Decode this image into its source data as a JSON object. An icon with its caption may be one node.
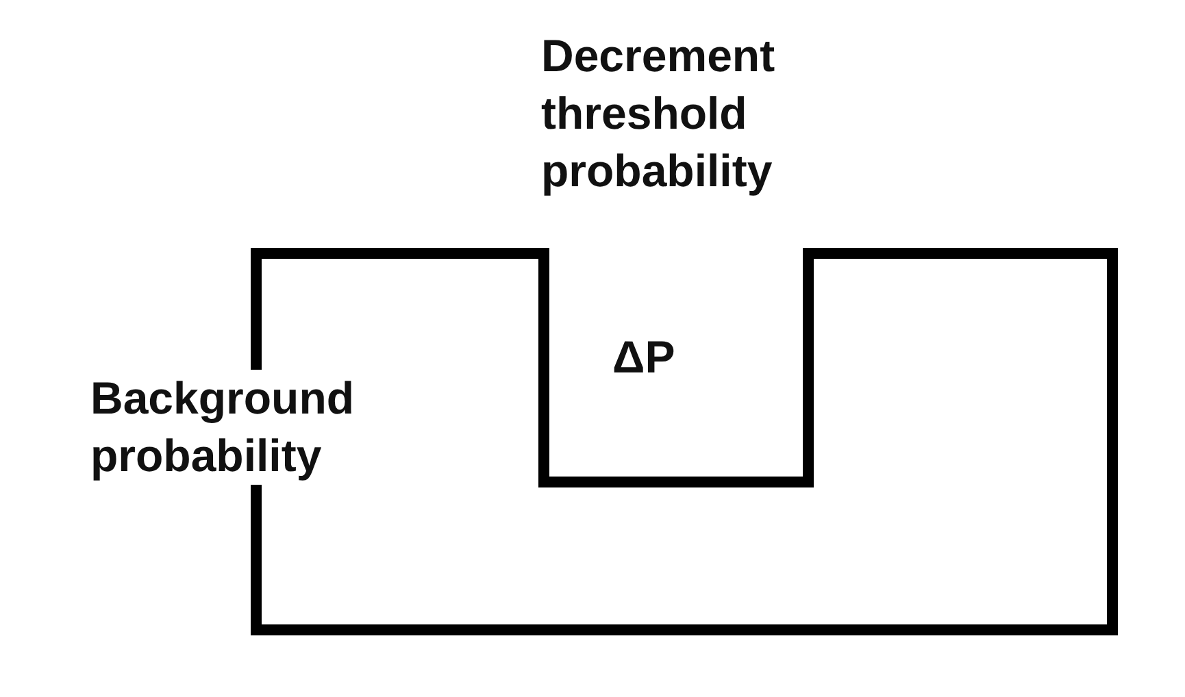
{
  "diagram": {
    "labels": [
      "Decrement threshold probability",
      "ΔP",
      "Background probability"
    ]
  }
}
